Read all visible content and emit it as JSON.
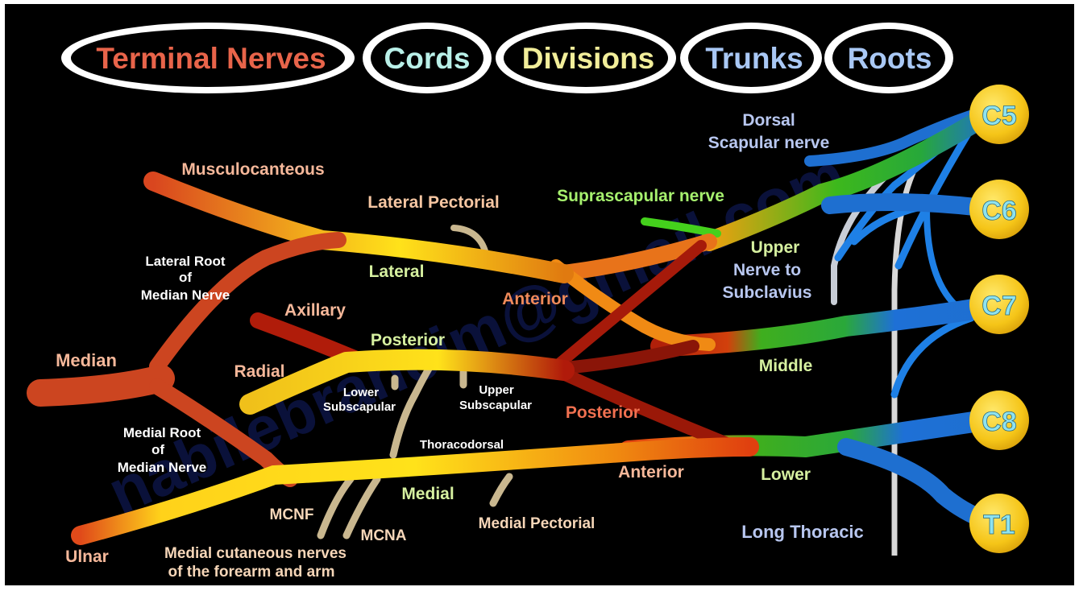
{
  "watermark": "nabilebraheim@gmail.com",
  "headers": [
    {
      "label": "Terminal Nerves",
      "color": "#e8644a"
    },
    {
      "label": "Cords",
      "color": "#b9f0e8"
    },
    {
      "label": "Divisions",
      "color": "#f2ee9a"
    },
    {
      "label": "Trunks",
      "color": "#a9c8f5"
    },
    {
      "label": "Roots",
      "color": "#a9c8f5"
    }
  ],
  "roots": [
    {
      "label": "C5"
    },
    {
      "label": "C6"
    },
    {
      "label": "C7"
    },
    {
      "label": "C8"
    },
    {
      "label": "T1"
    }
  ],
  "labels": {
    "dorsal_scapular_1": "Dorsal",
    "dorsal_scapular_2": "Scapular nerve",
    "musculocanteous": "Musculocanteous",
    "lateral_pectorial": "Lateral Pectorial",
    "suprascapular": "Suprascapular nerve",
    "upper": "Upper",
    "nerve_to_1": "Nerve to",
    "nerve_to_2": "Subclavius",
    "lateral_root_1": "Lateral Root",
    "lateral_root_2": "of",
    "lateral_root_3": "Median Nerve",
    "lateral": "Lateral",
    "anterior_upper": "Anterior",
    "axillary": "Axillary",
    "posterior_cord": "Posterior",
    "median": "Median",
    "radial": "Radial",
    "middle": "Middle",
    "lower_sub_1": "Lower",
    "lower_sub_2": "Subscapular",
    "upper_sub_1": "Upper",
    "upper_sub_2": "Subscapular",
    "posterior_div": "Posterior",
    "medial_root_1": "Medial Root",
    "medial_root_2": "of",
    "medial_root_3": "Median Nerve",
    "thoracodorsal": "Thoracodorsal",
    "anterior_lower": "Anterior",
    "lower": "Lower",
    "medial": "Medial",
    "mcnf": "MCNF",
    "mcna": "MCNA",
    "medial_pectorial": "Medial Pectorial",
    "long_thoracic": "Long Thoracic",
    "ulnar": "Ulnar",
    "medial_cutaneous_1": "Medial cutaneous nerves",
    "medial_cutaneous_2": "of the forearm and arm"
  }
}
